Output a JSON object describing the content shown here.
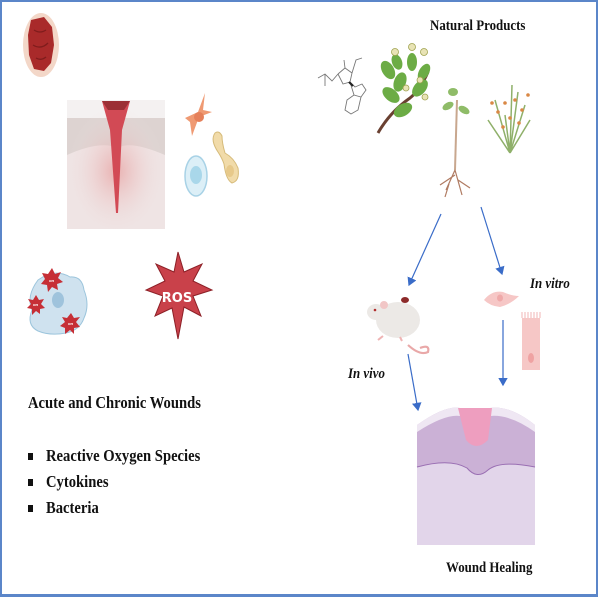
{
  "figure": {
    "left_panel": {
      "heading": "Acute and Chronic Wounds",
      "factors": [
        "Reactive Oxygen Species",
        "Cytokines",
        "Bacteria"
      ],
      "ros_badge": "ROS",
      "radical_label": "OH"
    },
    "right_panel": {
      "source_label": "Natural Products",
      "branch_in_vivo": "In vivo",
      "branch_in_vitro": "In vitro",
      "outcome_label": "Wound Healing"
    },
    "colors": {
      "border": "#5b86c9",
      "arrow": "#3a6cc8",
      "wound_red": "#a92a2a",
      "ros_red": "#c9414a",
      "healing_purple": "#e2d5ea"
    }
  }
}
